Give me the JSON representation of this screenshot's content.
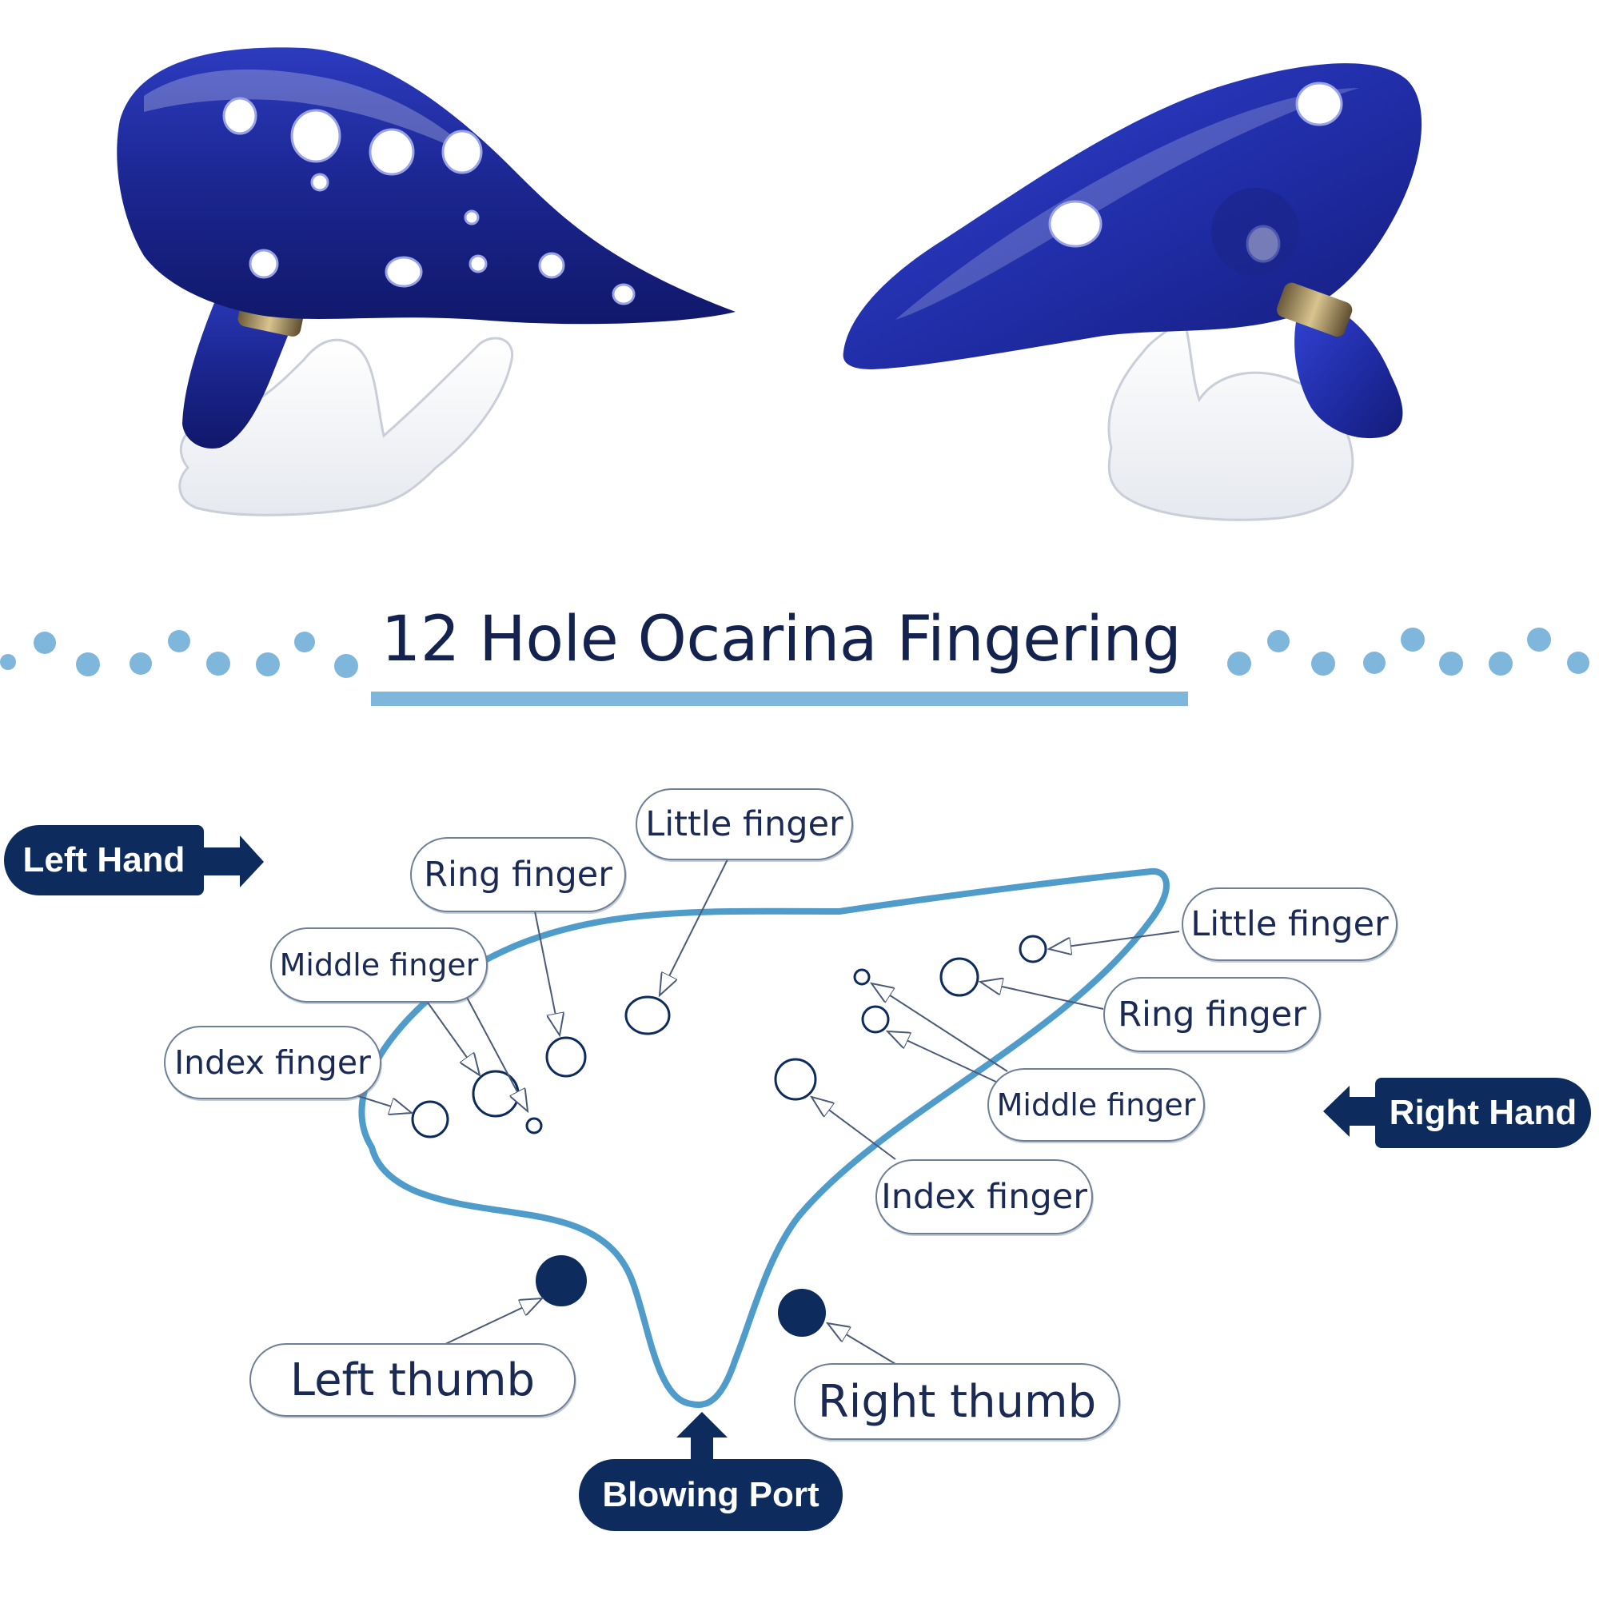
{
  "title": "12 Hole Ocarina Fingering",
  "colors": {
    "ocarina_blue": "#1f2a9a",
    "navy": "#0d2b5c",
    "accent_light_blue": "#7fb6dc",
    "outline_blue": "#4f9ccb"
  },
  "hand_tags": {
    "left": "Left Hand",
    "right": "Right Hand",
    "port": "Blowing Port"
  },
  "left_hand_labels": {
    "index": "Index finger",
    "middle": "Middle finger",
    "ring": "Ring finger",
    "little": "Little finger",
    "thumb": "Left thumb"
  },
  "right_hand_labels": {
    "index": "Index finger",
    "middle": "Middle finger",
    "ring": "Ring finger",
    "little": "Little finger",
    "thumb": "Right thumb"
  },
  "product_photos": [
    {
      "name": "ocarina-front-view",
      "glaze": "blue",
      "stand": "white ceramic hand"
    },
    {
      "name": "ocarina-back-view",
      "glaze": "blue",
      "stand": "white ceramic hand"
    }
  ]
}
